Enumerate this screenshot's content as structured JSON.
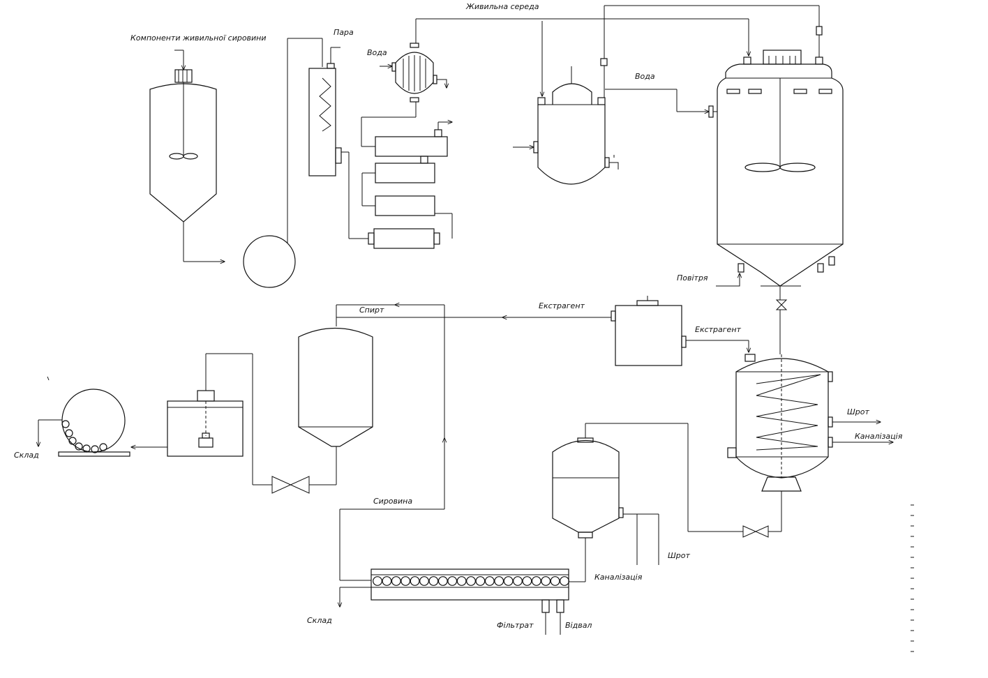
{
  "labels": {
    "feed_components": "Компоненти живильної сировини",
    "steam": "Пара",
    "water_condenser": "Вода",
    "nutrient_medium": "Живильна середа",
    "water_reactor": "Вода",
    "air": "Повітря",
    "extractant_main": "Екстрагент",
    "extractant_feed": "Екстрагент",
    "alcohol": "Спирт",
    "meal_extractor": "Шрот",
    "sewer_extractor": "Каналізація",
    "warehouse_drum": "Склад",
    "raw_material": "Сировина",
    "meal_settler": "Шрот",
    "sewer_filter": "Каналізація",
    "warehouse_filter": "Склад",
    "filtrate": "Фільтрат",
    "waste": "Відвал"
  }
}
